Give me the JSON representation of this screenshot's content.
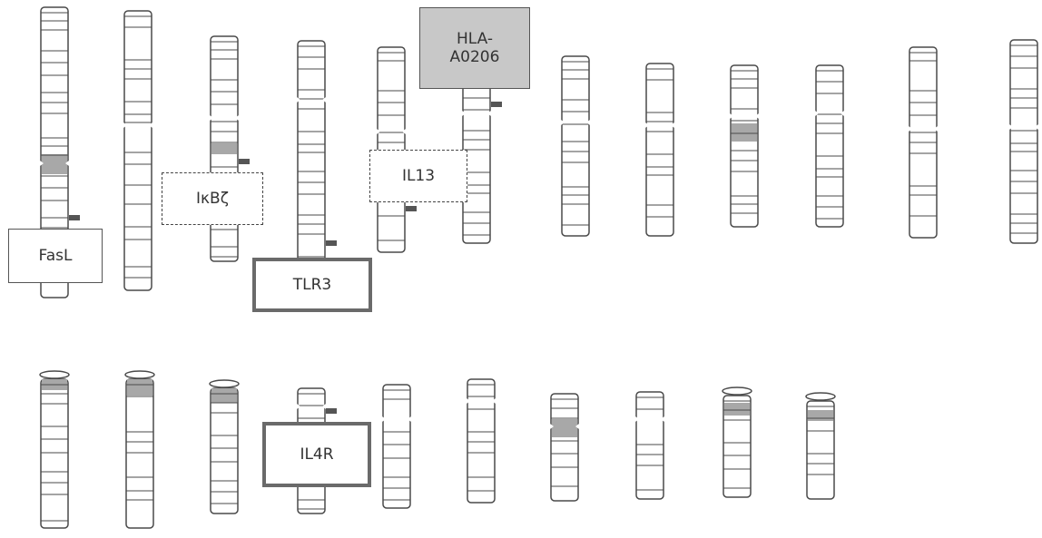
{
  "diagram": {
    "genes": [
      {
        "id": "fasl",
        "label": "FasL",
        "style": "plain"
      },
      {
        "id": "ikbz",
        "label": "IκBζ",
        "style": "dashed"
      },
      {
        "id": "tlr3",
        "label": "TLR3",
        "style": "bold"
      },
      {
        "id": "il13",
        "label": "IL13",
        "style": "dashed"
      },
      {
        "id": "hla",
        "label": "HLA-\nA0206",
        "style": "shaded"
      },
      {
        "id": "il4r",
        "label": "IL4R",
        "style": "bold"
      }
    ],
    "colors": {
      "band_line": "#4a4a4a",
      "chromosome_fill": "#ffffff",
      "centromere_shade": "#a8a8a8",
      "marker": "#555555",
      "shaded_box": "#c8c8c8",
      "bold_border": "#6a6a6a"
    }
  }
}
